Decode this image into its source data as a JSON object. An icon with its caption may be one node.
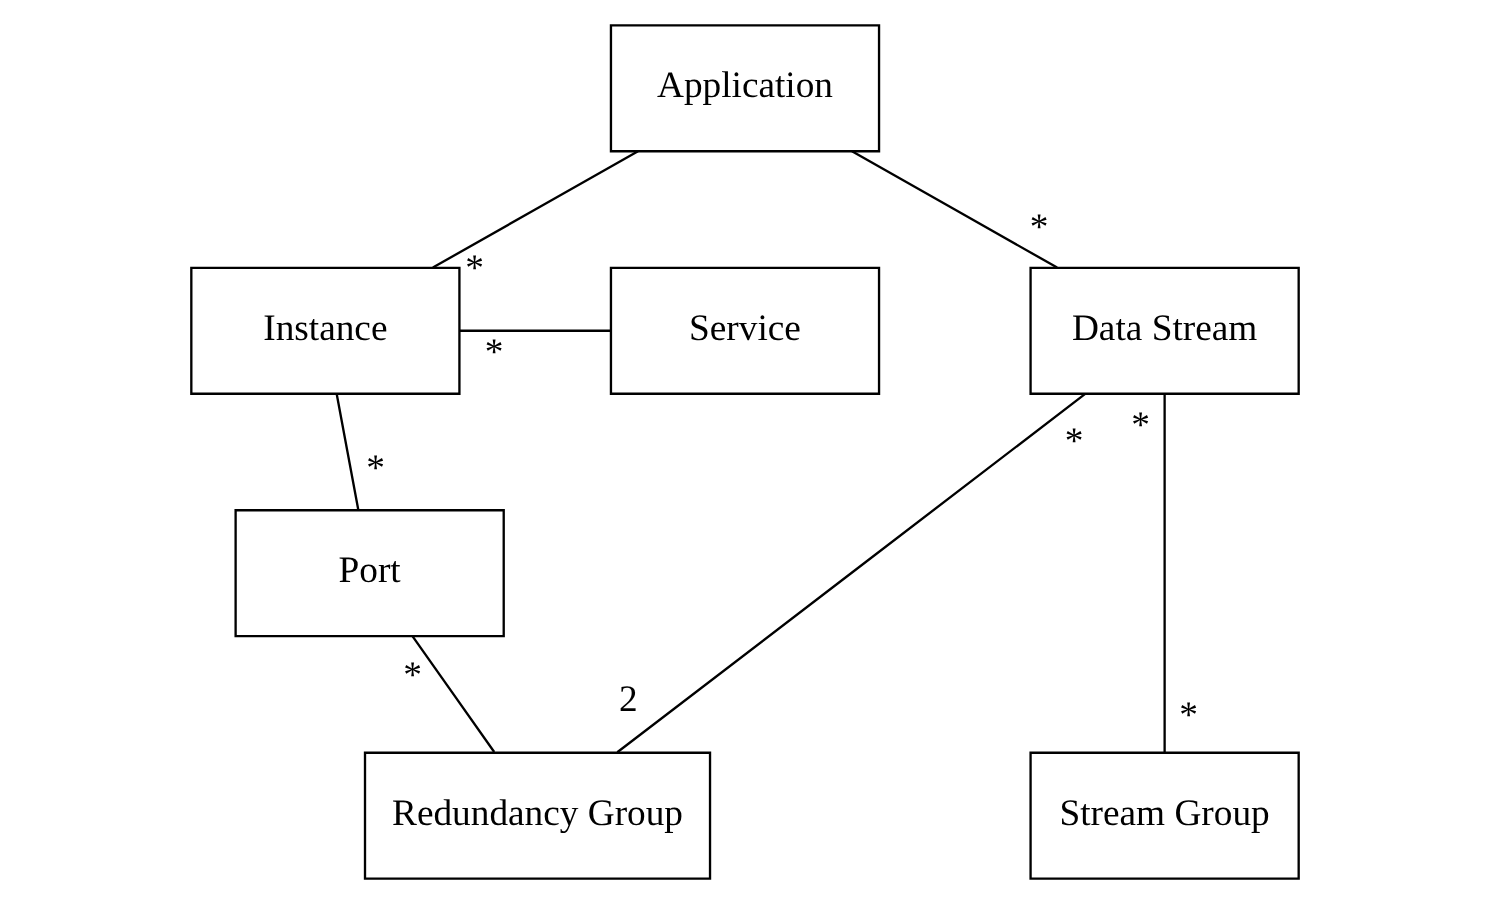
{
  "diagram": {
    "nodes": [
      {
        "text": [
          "Application"
        ]
      },
      {
        "text": [
          "Service"
        ]
      },
      {
        "text": [
          "Instance"
        ]
      },
      {
        "text": [
          "Data Stream"
        ]
      },
      {
        "text": [
          "Port"
        ]
      },
      {
        "text": [
          "Redundancy Group"
        ]
      },
      {
        "text": [
          "Stream Group"
        ]
      }
    ],
    "edges": [
      {
        "from": 0,
        "to": 2,
        "arrow": "none"
      },
      {
        "from": 0,
        "to": 3,
        "arrow": "none"
      },
      {
        "from": 1,
        "to": 2,
        "arrow": "none"
      },
      {
        "from": 2,
        "to": 4,
        "arrow": "none"
      },
      {
        "from": 3,
        "to": 5,
        "arrow": "none"
      },
      {
        "from": 3,
        "to": 6,
        "arrow": "none"
      },
      {
        "from": 4,
        "to": 5,
        "arrow": "none"
      }
    ],
    "labels": [
      "*",
      "*",
      "*",
      "*",
      "*",
      "*",
      "*",
      "*",
      "2"
    ]
  }
}
